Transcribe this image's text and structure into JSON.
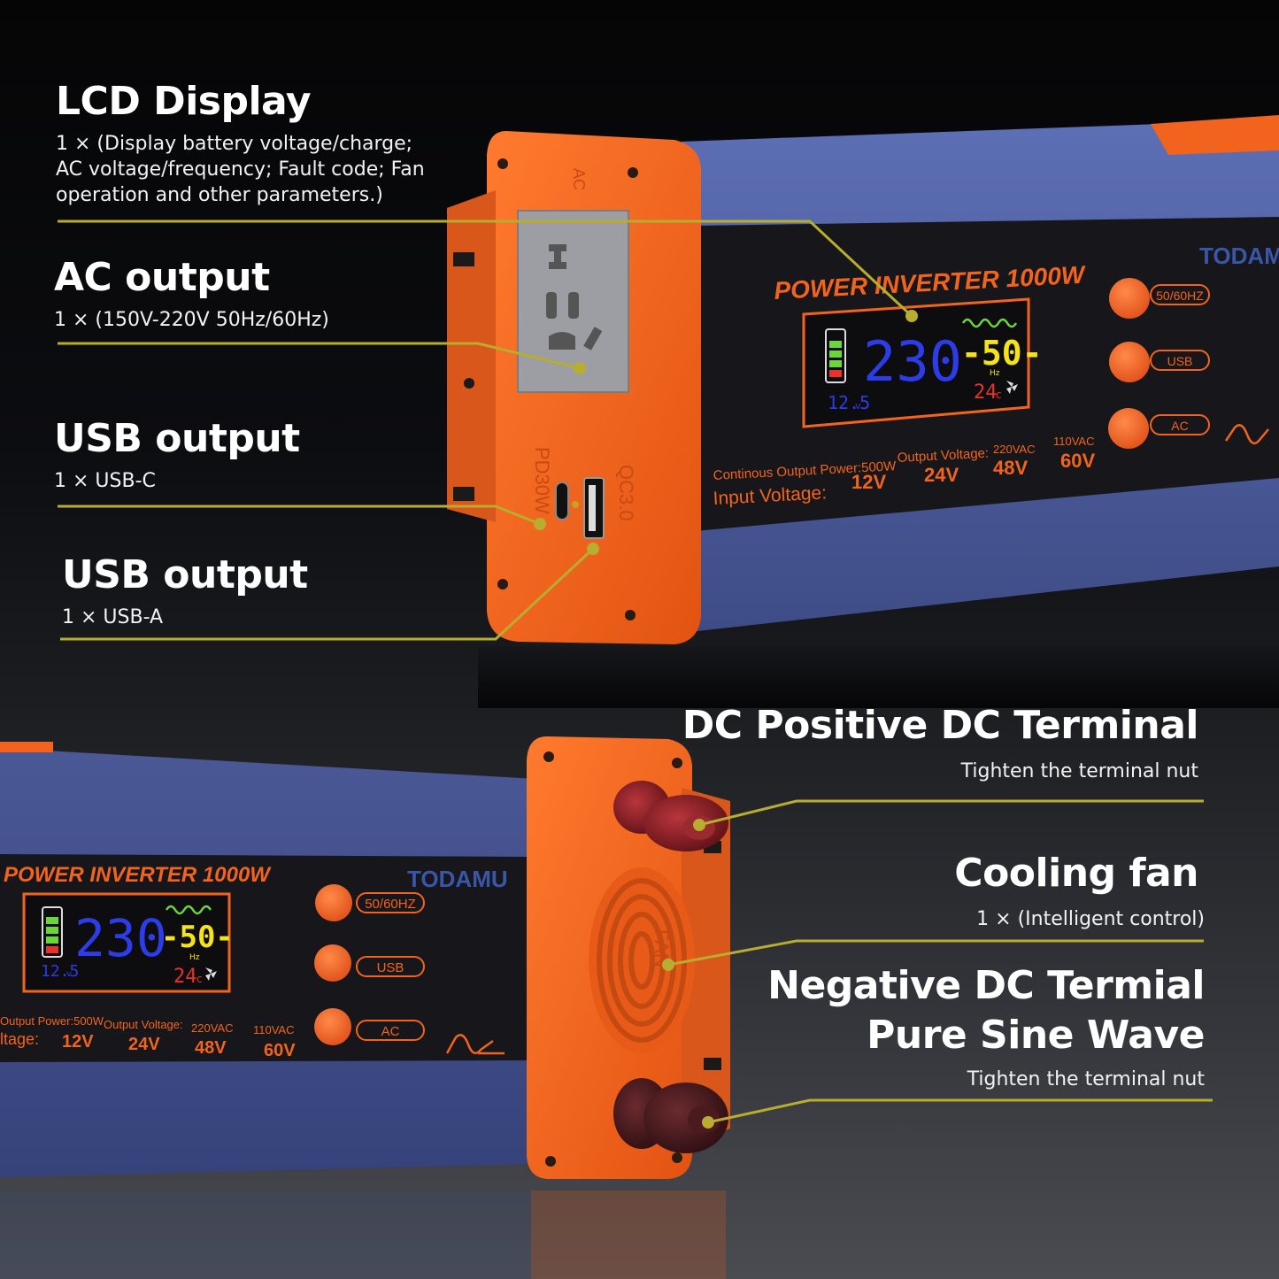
{
  "callouts": {
    "lcd": {
      "title": "LCD Display",
      "desc": "1 × (Display battery voltage/charge; AC voltage/frequency; Fault code; Fan operation and other parameters.)"
    },
    "ac": {
      "title": "AC output",
      "desc": "1 × (150V-220V 50Hz/60Hz)"
    },
    "usbc": {
      "title": "USB output",
      "desc": "1 × USB-C"
    },
    "usba": {
      "title": "USB output",
      "desc": "1 × USB-A"
    },
    "dcpos": {
      "title": "DC Positive DC Terminal",
      "desc": "Tighten the terminal nut"
    },
    "fan": {
      "title": "Cooling fan",
      "desc": "1 × (Intelligent control)"
    },
    "dcneg": {
      "title1": "Negative DC Termial",
      "title2": "Pure Sine Wave",
      "desc": "Tighten the terminal nut"
    }
  },
  "product": {
    "brand": "TODAMU",
    "model": "POWER INVERTER 1000W",
    "lcd_voltage": "230",
    "lcd_frequency": "-50-",
    "lcd_hz_unit": "Hz",
    "lcd_battery": "12.5",
    "lcd_battery_unit": "v",
    "lcd_temp": "24",
    "lcd_temp_unit": "c",
    "buttons": [
      "50/60HZ",
      "USB",
      "AC"
    ],
    "continuous_power": "Continous Output Power:500W",
    "continuous_power_short": "Output Power:500W",
    "output_voltage": "Output Voltage:",
    "output_options": [
      "220VAC",
      "110VAC"
    ],
    "input_voltage": "Input Voltage:",
    "input_voltage_short": "ltage:",
    "input_options": [
      "12V",
      "24V",
      "48V",
      "60V"
    ],
    "ac_socket_label": "AC",
    "pd_label": "PD30W",
    "qc_label": "QC3.0",
    "fan_label": "FAN"
  },
  "colors": {
    "orange": "#f2641e",
    "housing_blue": "#4c5b9a",
    "panel_black": "#18181c",
    "leader_line": "#b7ad2e",
    "lcd_blue": "#2b3ce8",
    "lcd_yellow": "#f4e21b",
    "lcd_green": "#6ad63a",
    "lcd_red": "#e8322a"
  },
  "icons": [
    "sine-wave-icon",
    "fan-icon",
    "battery-icon",
    "ac-socket-icon",
    "usb-c-port-icon",
    "usb-a-port-icon",
    "terminal-knob-icon"
  ]
}
